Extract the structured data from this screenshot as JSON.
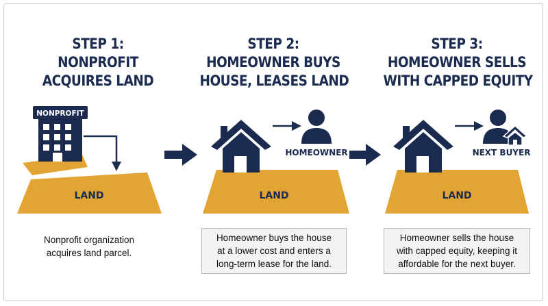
{
  "steps": [
    {
      "heading": [
        "STEP 1:",
        "NONPROFIT",
        "ACQUIRES LAND"
      ],
      "building_sign": "NONPROFIT",
      "land_label": "LAND",
      "caption": [
        "Nonprofit organization",
        "acquires land parcel."
      ]
    },
    {
      "heading": [
        "STEP 2:",
        "HOMEOWNER BUYS",
        "HOUSE, LEASES LAND"
      ],
      "person_label": "HOMEOWNER",
      "land_label": "LAND",
      "caption": [
        "Homeowner buys the house",
        "at a lower cost and enters a",
        "long-term lease for the land."
      ]
    },
    {
      "heading": [
        "STEP 3:",
        "HOMEOWNER SELLS",
        "WITH CAPPED EQUITY"
      ],
      "person_label": "NEXT BUYER",
      "land_label": "LAND",
      "caption": [
        "Homeowner sells the house",
        "with capped equity, keeping it",
        "affordable for the next buyer."
      ]
    }
  ],
  "colors": {
    "navy": "#1b2a4f",
    "gold": "#e2a533",
    "gold_dark": "#c98e22",
    "caption_box": "#f3f3f3"
  },
  "icons": [
    "office-building-icon",
    "down-arrow-icon",
    "house-icon",
    "person-icon",
    "small-house-icon",
    "right-arrow-icon"
  ]
}
